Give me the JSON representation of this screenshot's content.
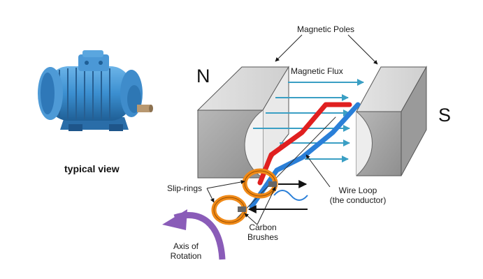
{
  "diagram": {
    "caption": "typical view",
    "poles": {
      "north": "N",
      "south": "S"
    },
    "labels": {
      "magnetic_poles": "Magnetic Poles",
      "magnetic_flux": "Magnetic Flux",
      "slip_rings": "Slip-rings",
      "wire_loop_line1": "Wire Loop",
      "wire_loop_line2": "(the conductor)",
      "carbon_line1": "Carbon",
      "carbon_line2": "Brushes",
      "axis_line1": "Axis of",
      "axis_line2": "Rotation"
    },
    "colors": {
      "motor_blue": "#3b8fd0",
      "pole_gray": "#c8c8c8",
      "flux_arrow": "#3a9fc4",
      "wire_red": "#e02020",
      "wire_blue": "#2a7fd8",
      "slip_ring": "#f08a18",
      "rotation_arrow": "#8a5cb8"
    }
  }
}
